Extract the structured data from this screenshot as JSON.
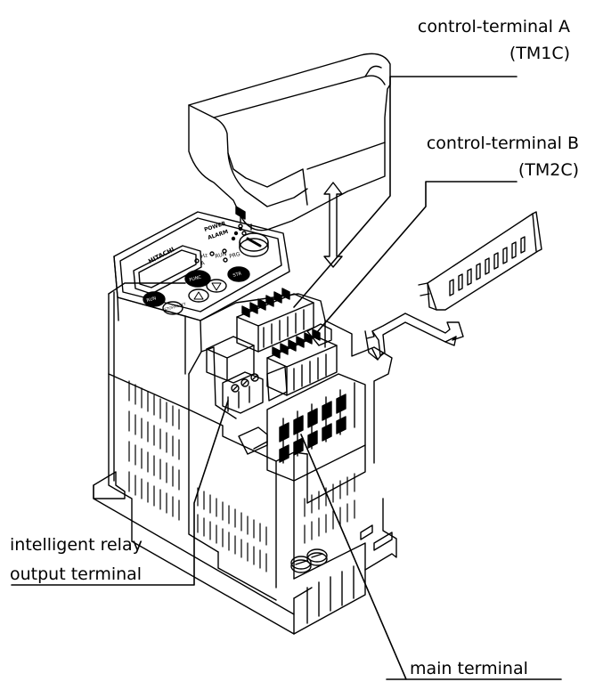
{
  "labels": {
    "control_terminal_a": "control-terminal A",
    "control_terminal_a_code": "(TM1C)",
    "control_terminal_b": "control-terminal B",
    "control_terminal_b_code": "(TM2C)",
    "relay_line1": "intelligent relay",
    "relay_line2": "output terminal",
    "main_terminal": "main terminal"
  },
  "panel_text": {
    "brand": "HITACHI",
    "power": "POWER",
    "alarm": "ALARM",
    "hz": "Hz",
    "amp": "A",
    "run_led": "RUN",
    "prg": "PRG",
    "run_key": "RUN",
    "stop_key": "STOP/RESET",
    "func": "FUNC",
    "str": "STR"
  },
  "colors": {
    "line": "#000000",
    "background": "#ffffff"
  }
}
